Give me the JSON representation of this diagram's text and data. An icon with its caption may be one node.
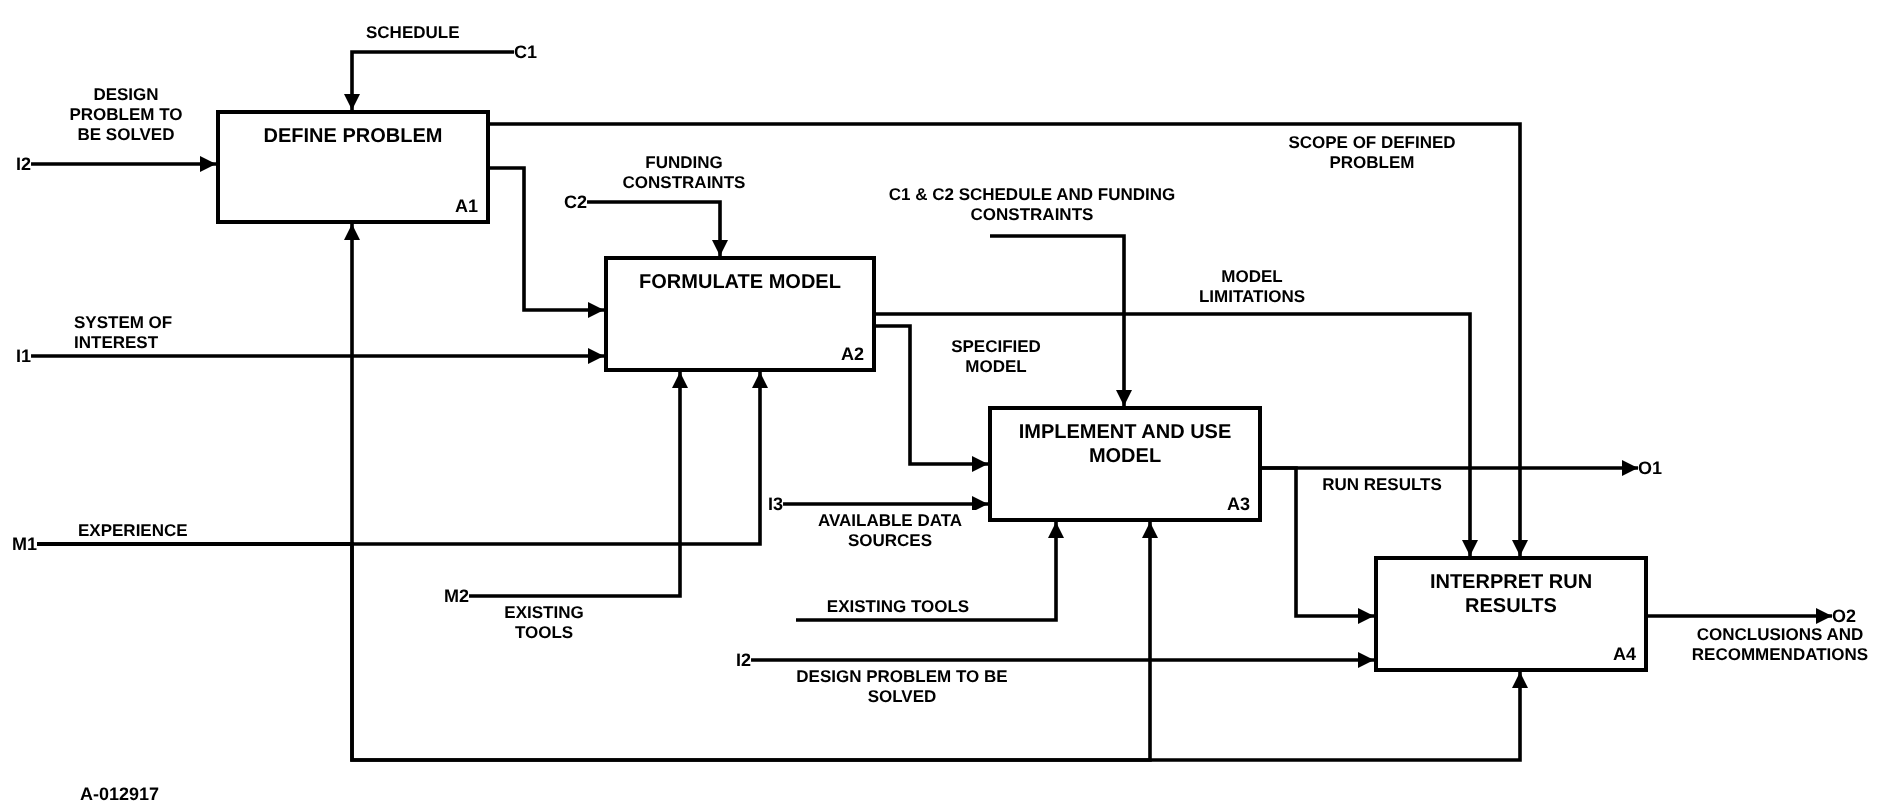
{
  "diagram": {
    "nodes": [
      {
        "text": [
          "DEFINE PROBLEM",
          "A1"
        ]
      },
      {
        "text": [
          "FORMULATE MODEL",
          "A2"
        ]
      },
      {
        "text": [
          "IMPLEMENT AND USE MODEL",
          "A3"
        ]
      },
      {
        "text": [
          "INTERPRET RUN RESULTS",
          "A4"
        ]
      },
      {
        "text": [
          "C1"
        ]
      },
      {
        "text": [
          "I2"
        ]
      },
      {
        "text": [
          "C2"
        ]
      },
      {
        "text": [
          "I1"
        ]
      },
      {
        "text": [
          "M1"
        ]
      },
      {
        "text": [
          "M2"
        ]
      },
      {
        "text": [
          "I3"
        ]
      },
      {
        "text": [
          "I2"
        ]
      },
      {
        "text": [
          "O1"
        ]
      },
      {
        "text": [
          "O2"
        ]
      }
    ],
    "edges": [
      {
        "from": 4,
        "to": 0,
        "arrow": "to",
        "label": "SCHEDULE"
      },
      {
        "from": 5,
        "to": 0,
        "arrow": "to",
        "label": "DESIGN PROBLEM TO BE SOLVED"
      },
      {
        "from": 0,
        "to": 1,
        "arrow": "to"
      },
      {
        "from": 0,
        "to": 3,
        "arrow": "to",
        "label": "SCOPE OF DEFINED PROBLEM"
      },
      {
        "from": 6,
        "to": 1,
        "arrow": "to",
        "label": "FUNDING CONSTRAINTS"
      },
      {
        "from": 7,
        "to": 1,
        "arrow": "to",
        "label": "SYSTEM OF INTEREST"
      },
      {
        "from": 9,
        "to": 1,
        "arrow": "to",
        "label": "EXISTING TOOLS"
      },
      {
        "from": 1,
        "to": 2,
        "arrow": "to",
        "label": "SPECIFIED MODEL"
      },
      {
        "from": 1,
        "to": 3,
        "arrow": "to",
        "label": "MODEL LIMITATIONS"
      },
      {
        "from": null,
        "to": 2,
        "arrow": "to",
        "label": "C1 & C2 SCHEDULE AND FUNDING CONSTRAINTS"
      },
      {
        "from": 10,
        "to": 2,
        "arrow": "to",
        "label": "AVAILABLE DATA SOURCES"
      },
      {
        "from": null,
        "to": 2,
        "arrow": "to",
        "label": "EXISTING TOOLS"
      },
      {
        "from": 2,
        "to": 12,
        "arrow": "to",
        "label": "RUN RESULTS"
      },
      {
        "from": 2,
        "to": 3,
        "arrow": "to"
      },
      {
        "from": 11,
        "to": 3,
        "arrow": "to",
        "label": "DESIGN PROBLEM TO BE SOLVED"
      },
      {
        "from": 3,
        "to": 13,
        "arrow": "to",
        "label": "CONCLUSIONS AND RECOMMENDATIONS"
      },
      {
        "from": 8,
        "to": 0,
        "arrow": "to",
        "label": "EXPERIENCE"
      },
      {
        "from": 8,
        "to": 1,
        "arrow": "to"
      },
      {
        "from": 8,
        "to": 2,
        "arrow": "to"
      },
      {
        "from": 8,
        "to": 3,
        "arrow": "to"
      }
    ],
    "labels": [
      "A-012917"
    ]
  }
}
